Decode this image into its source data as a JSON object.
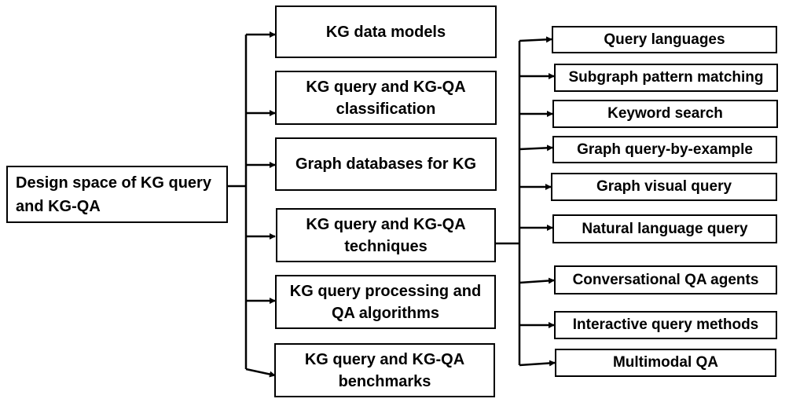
{
  "root": {
    "label": "Design space of KG query and KG-QA"
  },
  "categories": [
    {
      "label": "KG data models"
    },
    {
      "label": "KG query and KG-QA classification"
    },
    {
      "label": "Graph databases for KG"
    },
    {
      "label": "KG query and KG-QA techniques"
    },
    {
      "label": "KG query processing and QA algorithms"
    },
    {
      "label": "KG query and KG-QA benchmarks"
    }
  ],
  "techniques": [
    {
      "label": "Query languages"
    },
    {
      "label": "Subgraph pattern matching"
    },
    {
      "label": "Keyword search"
    },
    {
      "label": "Graph query-by-example"
    },
    {
      "label": "Graph visual query"
    },
    {
      "label": "Natural language query"
    },
    {
      "label": "Conversational QA agents"
    },
    {
      "label": "Interactive query methods"
    },
    {
      "label": "Multimodal QA"
    }
  ],
  "colors": {
    "line": "#000000",
    "box_border": "#000000",
    "background": "#ffffff"
  }
}
